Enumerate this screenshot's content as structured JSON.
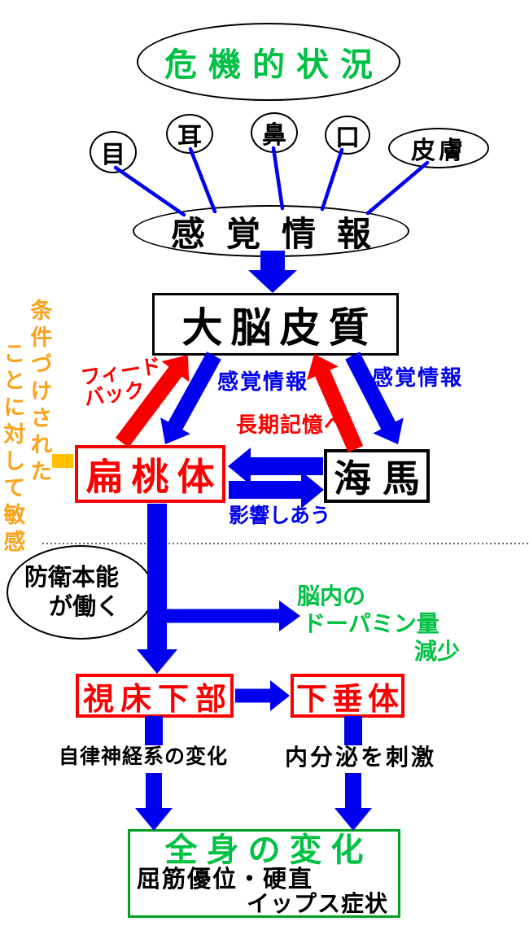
{
  "colors": {
    "arrow_blue": "#0000ee",
    "arrow_red": "#fa0000",
    "green_text": "#00c143",
    "green_border": "#00a020",
    "orange_text": "#f9a21a",
    "orange_connector": "#ffc000",
    "dotted_line": "#5a6e5a"
  },
  "title": {
    "label": "危機的状況"
  },
  "senses": [
    {
      "label": "目"
    },
    {
      "label": "耳"
    },
    {
      "label": "鼻"
    },
    {
      "label": "口"
    },
    {
      "label": "皮膚"
    }
  ],
  "sensory_info": {
    "label": "感覚情報"
  },
  "cortex": {
    "label": "大脳皮質"
  },
  "labels": {
    "feedback_line1": "フィード",
    "feedback_line2": "バック",
    "sensory_left": "感覚情報",
    "sensory_right": "感覚情報",
    "long_term_memory": "長期記憶へ",
    "influence": "影響しあう"
  },
  "amygdala": {
    "label": "扁桃体"
  },
  "hippocampus": {
    "label": "海馬"
  },
  "conditioned_note": {
    "line1": "条件づけされた",
    "line2": "ことに対して敏感"
  },
  "defense": {
    "line1": "防衛本能",
    "line2": "が働く"
  },
  "dopamine": {
    "line1": "脳内の",
    "line2": "ドーパミン量",
    "line3": "減少"
  },
  "hypothalamus": {
    "label": "視床下部"
  },
  "pituitary": {
    "label": "下垂体"
  },
  "autonomic_label": "自律神経系の変化",
  "endocrine_label": "内分泌を刺激",
  "body_change": {
    "title": "全身の変化",
    "line1": "屈筋優位・硬直",
    "line2": "イップス症状"
  }
}
